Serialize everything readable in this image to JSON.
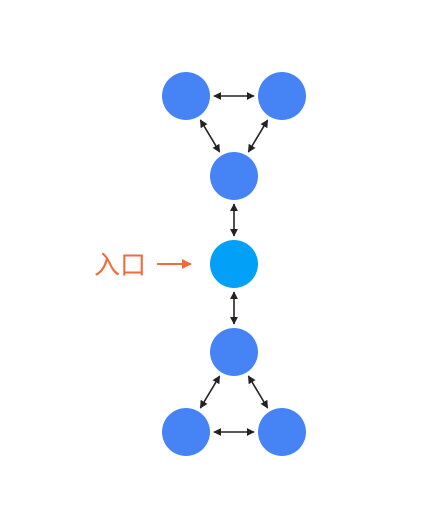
{
  "entry": {
    "label": "入口",
    "color": "#F26B3A"
  },
  "colors": {
    "node": "#4684F6",
    "entry_node": "#03A0F8",
    "edge": "#222222",
    "background": "#FFFFFF"
  },
  "graph": {
    "nodes": [
      {
        "id": "top-left",
        "kind": "node"
      },
      {
        "id": "top-right",
        "kind": "node"
      },
      {
        "id": "upper-hub",
        "kind": "node"
      },
      {
        "id": "center",
        "kind": "entry"
      },
      {
        "id": "lower-hub",
        "kind": "node"
      },
      {
        "id": "bottom-left",
        "kind": "node"
      },
      {
        "id": "bottom-right",
        "kind": "node"
      }
    ],
    "edges": [
      {
        "from": "top-left",
        "to": "top-right",
        "direction": "both"
      },
      {
        "from": "top-left",
        "to": "upper-hub",
        "direction": "both"
      },
      {
        "from": "top-right",
        "to": "upper-hub",
        "direction": "both"
      },
      {
        "from": "upper-hub",
        "to": "center",
        "direction": "both"
      },
      {
        "from": "center",
        "to": "lower-hub",
        "direction": "both"
      },
      {
        "from": "lower-hub",
        "to": "bottom-left",
        "direction": "both"
      },
      {
        "from": "lower-hub",
        "to": "bottom-right",
        "direction": "both"
      },
      {
        "from": "bottom-left",
        "to": "bottom-right",
        "direction": "both"
      }
    ]
  }
}
